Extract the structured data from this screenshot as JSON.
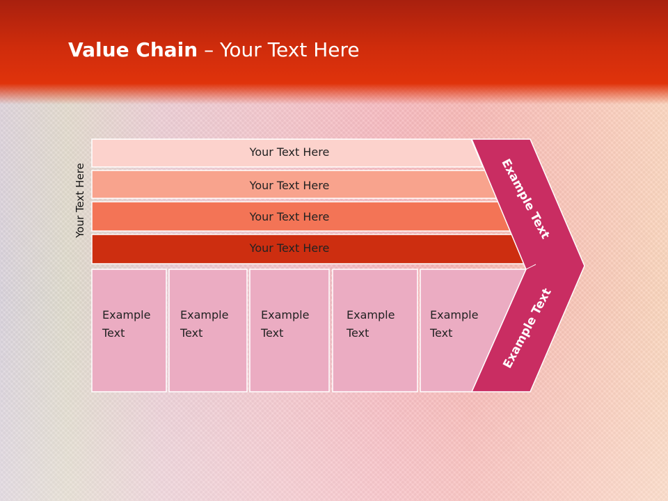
{
  "title": {
    "bold": "Value Chain",
    "rest": " – Your Text Here"
  },
  "side_label": "Your Text Here",
  "bands": [
    {
      "label": "Your Text Here",
      "color": "#fcd2cc"
    },
    {
      "label": "Your Text Here",
      "color": "#f8a38d"
    },
    {
      "label": "Your Text Here",
      "color": "#f37456"
    },
    {
      "label": "Your Text Here",
      "color": "#cd2e10"
    }
  ],
  "boxes": [
    {
      "line1": "Example",
      "line2": "Text"
    },
    {
      "line1": "Example",
      "line2": "Text"
    },
    {
      "line1": "Example",
      "line2": "Text"
    },
    {
      "line1": "Example",
      "line2": "Text"
    },
    {
      "line1": "Example",
      "line2": "Text"
    }
  ],
  "chevron": {
    "upper": "Example Text",
    "lower": "Example Text",
    "color": "#c92d62"
  },
  "colors": {
    "header": "#d32d0b",
    "box_fill": "#ebacc2",
    "box_border": "#ffffff"
  }
}
